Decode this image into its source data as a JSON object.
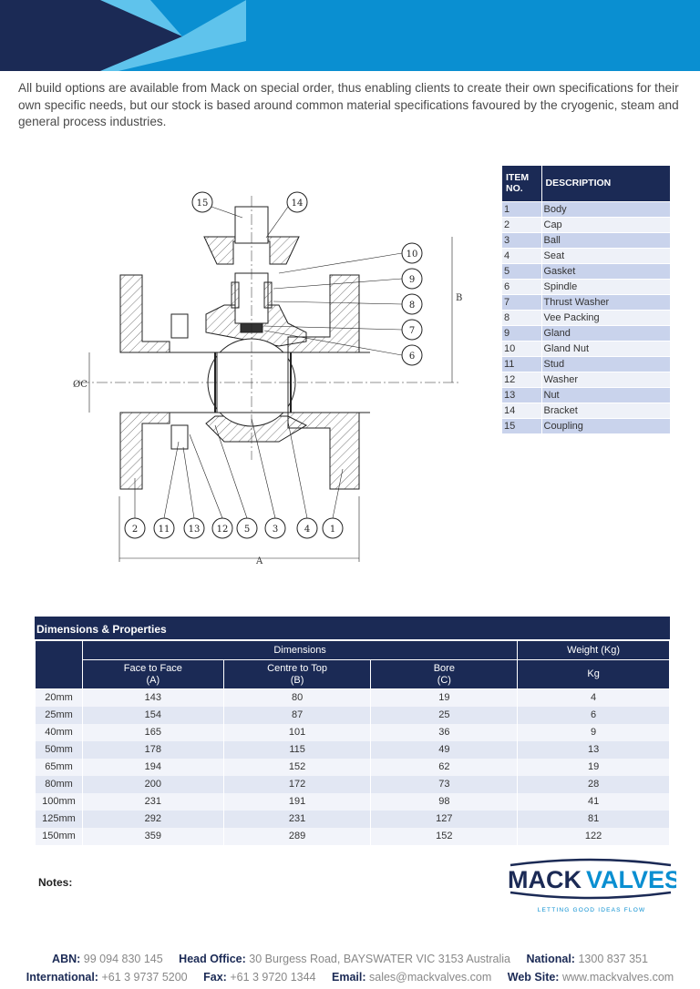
{
  "intro": "All build options are available from Mack on special order, thus enabling clients to create their own specifications for their own specific needs, but our stock is based around common material specifications favoured by the cryogenic, steam and general process industries.",
  "drawing": {
    "callouts_top": [
      "15",
      "14"
    ],
    "callouts_right": [
      "10",
      "9",
      "8",
      "7",
      "6"
    ],
    "callouts_bottom": [
      "2",
      "11",
      "13",
      "12",
      "5",
      "3",
      "4",
      "1"
    ],
    "dim_a": "A",
    "dim_b": "B",
    "dim_c": "ØC"
  },
  "parts_table": {
    "col_item": "ITEM NO.",
    "col_desc": "DESCRIPTION",
    "rows": [
      {
        "no": "1",
        "desc": "Body"
      },
      {
        "no": "2",
        "desc": "Cap"
      },
      {
        "no": "3",
        "desc": "Ball"
      },
      {
        "no": "4",
        "desc": "Seat"
      },
      {
        "no": "5",
        "desc": "Gasket"
      },
      {
        "no": "6",
        "desc": "Spindle"
      },
      {
        "no": "7",
        "desc": "Thrust Washer"
      },
      {
        "no": "8",
        "desc": "Vee Packing"
      },
      {
        "no": "9",
        "desc": "Gland"
      },
      {
        "no": "10",
        "desc": "Gland Nut"
      },
      {
        "no": "11",
        "desc": "Stud"
      },
      {
        "no": "12",
        "desc": "Washer"
      },
      {
        "no": "13",
        "desc": "Nut"
      },
      {
        "no": "14",
        "desc": "Bracket"
      },
      {
        "no": "15",
        "desc": "Coupling"
      }
    ]
  },
  "dimensions": {
    "title": "Dimensions & Properties",
    "group_dimensions": "Dimensions",
    "group_weight": "Weight (Kg)",
    "col_face": "Face to Face",
    "col_face_sub": "(A)",
    "col_centre": "Centre to Top",
    "col_centre_sub": "(B)",
    "col_bore": "Bore",
    "col_bore_sub": "(C)",
    "col_kg": "Kg",
    "rows": [
      {
        "size": "20mm",
        "a": "143",
        "b": "80",
        "c": "19",
        "kg": "4"
      },
      {
        "size": "25mm",
        "a": "154",
        "b": "87",
        "c": "25",
        "kg": "6"
      },
      {
        "size": "40mm",
        "a": "165",
        "b": "101",
        "c": "36",
        "kg": "9"
      },
      {
        "size": "50mm",
        "a": "178",
        "b": "115",
        "c": "49",
        "kg": "13"
      },
      {
        "size": "65mm",
        "a": "194",
        "b": "152",
        "c": "62",
        "kg": "19"
      },
      {
        "size": "80mm",
        "a": "200",
        "b": "172",
        "c": "73",
        "kg": "28"
      },
      {
        "size": "100mm",
        "a": "231",
        "b": "191",
        "c": "98",
        "kg": "41"
      },
      {
        "size": "125mm",
        "a": "292",
        "b": "231",
        "c": "127",
        "kg": "81"
      },
      {
        "size": "150mm",
        "a": "359",
        "b": "289",
        "c": "152",
        "kg": "122"
      }
    ]
  },
  "notes_label": "Notes:",
  "logo": {
    "mack": "MACK",
    "valves": "VALVES",
    "tagline": "LETTING GOOD IDEAS FLOW"
  },
  "footer": {
    "abn_label": "ABN",
    "abn": "99 094 830 145",
    "head_office_label": "Head Office:",
    "head_office": "30 Burgess Road, BAYSWATER  VIC  3153  Australia",
    "national_label": "National:",
    "national": "1300 837 351",
    "international_label": "International:",
    "international": "+61 3 9737 5200",
    "fax_label": "Fax:",
    "fax": "+61 3 9720 1344",
    "email_label": "Email:",
    "email": "sales@mackvalves.com",
    "web_label": "Web Site:",
    "web": "www.mackvalves.com"
  },
  "colors": {
    "navy": "#1b2a55",
    "blue": "#0a8fd1",
    "light_blue": "#5fc3ec",
    "row_blue": "#c9d3ec"
  }
}
